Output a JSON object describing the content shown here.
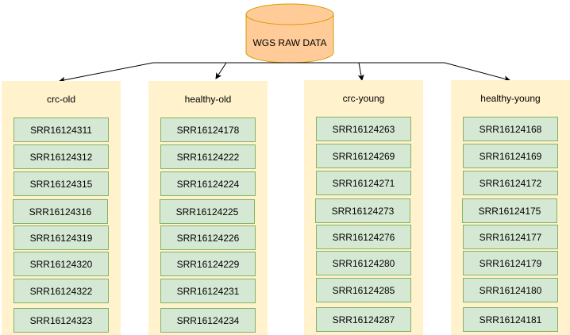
{
  "source": {
    "label": "WGS RAW DATA"
  },
  "groups": [
    {
      "title": "crc-old",
      "samples": [
        "SRR16124311",
        "SRR16124312",
        "SRR16124315",
        "SRR16124316",
        "SRR16124319",
        "SRR16124320",
        "SRR16124322",
        "SRR16124323"
      ]
    },
    {
      "title": "healthy-old",
      "samples": [
        "SRR16124178",
        "SRR16124222",
        "SRR16124224",
        "SRR16124225",
        "SRR16124226",
        "SRR16124229",
        "SRR16124231",
        "SRR16124234"
      ]
    },
    {
      "title": "crc-young",
      "samples": [
        "SRR16124263",
        "SRR16124269",
        "SRR16124271",
        "SRR16124273",
        "SRR16124276",
        "SRR16124280",
        "SRR16124285",
        "SRR16124287"
      ]
    },
    {
      "title": "healthy-young",
      "samples": [
        "SRR16124168",
        "SRR16124169",
        "SRR16124172",
        "SRR16124175",
        "SRR16124177",
        "SRR16124179",
        "SRR16124180",
        "SRR16124181"
      ]
    }
  ],
  "colors": {
    "database_fill": "#ffcc99",
    "database_stroke": "#d79b00",
    "group_fill": "#fff2cc",
    "sample_fill": "#d5e8d4",
    "sample_stroke": "#82b366"
  }
}
